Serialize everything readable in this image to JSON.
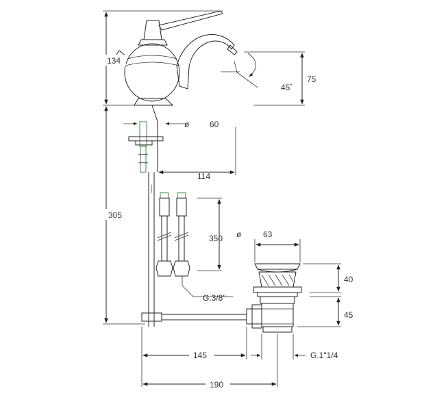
{
  "dimensions": {
    "faucet_height": "134",
    "tilt_angle": "45˚",
    "spout_height": "75",
    "hole_symbol": "ø",
    "hole_diameter": "60",
    "spout_reach": "114",
    "hose_length": "350",
    "drain_symbol": "ø",
    "drain_diameter": "63",
    "overall_height": "305",
    "pop_up_height": "40",
    "drain_depth": "45",
    "hose_thread": "G.3/8\"",
    "rod_length": "145",
    "drain_thread": "G.1\"1/4",
    "total_length": "190"
  },
  "colors": {
    "line": "#222222",
    "hose_accent": "#3a8a3a"
  }
}
